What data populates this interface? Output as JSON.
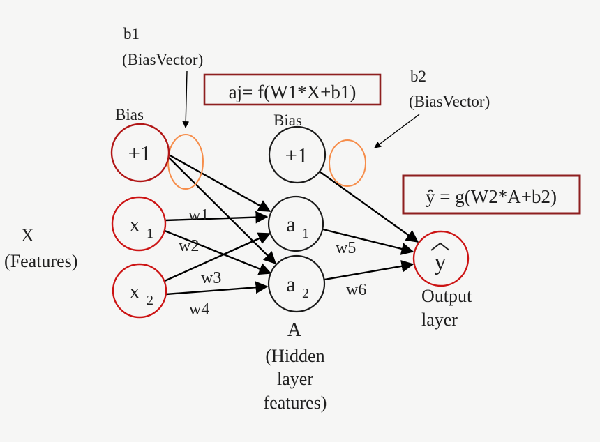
{
  "colors": {
    "background": "#f6f6f5",
    "input_bias_stroke": "#b11616",
    "input_node_stroke": "#cc1414",
    "hidden_node_stroke": "#1a1a1a",
    "output_node_stroke": "#cc1414",
    "bias_ellipse_stroke": "#f68d4a",
    "formula_box_border": "#8e1f1f",
    "arrow": "#000000",
    "text": "#1f1f1f"
  },
  "annotations": {
    "b1_title": "b1",
    "b1_subtitle": "(BiasVector)",
    "b2_title": "b2",
    "b2_subtitle": "(BiasVector)",
    "input_bias_caption": "Bias",
    "hidden_bias_caption": "Bias",
    "input_layer_title": "X",
    "input_layer_subtitle": "(Features)",
    "hidden_layer_title": "A",
    "hidden_layer_subtitle_line1": "(Hidden",
    "hidden_layer_subtitle_line2": "layer",
    "hidden_layer_subtitle_line3": "features)",
    "output_layer_line1": "Output",
    "output_layer_line2": "layer"
  },
  "formulas": {
    "hidden": "aj= f(W1*X+b1)",
    "output": "ŷ = g(W2*A+b2)"
  },
  "nodes": {
    "input_bias": {
      "label": "+1"
    },
    "x1": {
      "label": "x",
      "sub": "1"
    },
    "x2": {
      "label": "x",
      "sub": "2"
    },
    "hidden_bias": {
      "label": "+1"
    },
    "a1": {
      "label": "a",
      "sub": "1"
    },
    "a2": {
      "label": "a",
      "sub": "2"
    },
    "output": {
      "label": "y",
      "hat": "true"
    }
  },
  "weights": {
    "w1": "w1",
    "w2": "w2",
    "w3": "w3",
    "w4": "w4",
    "w5": "w5",
    "w6": "w6"
  }
}
